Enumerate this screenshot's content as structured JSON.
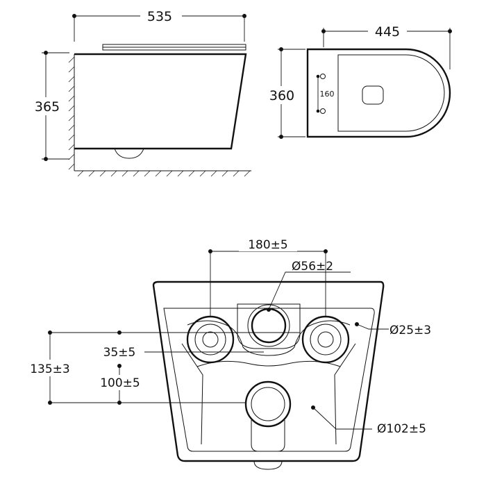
{
  "side_view": {
    "width_label": "535",
    "height_label": "365"
  },
  "top_view": {
    "depth_label": "445",
    "width_label": "360",
    "bolt_spacing_label": "160"
  },
  "rear_view": {
    "bolt_spacing_label": "180±5",
    "water_inlet_label": "Ø56±2",
    "bolt_hole_label": "Ø25±3",
    "inlet_offset_label": "35±5",
    "outlet_to_bolt_label": "135±3",
    "outlet_offset_label": "100±5",
    "outlet_label": "Ø102±5"
  },
  "colors": {
    "line": "#111111",
    "background": "#ffffff"
  }
}
